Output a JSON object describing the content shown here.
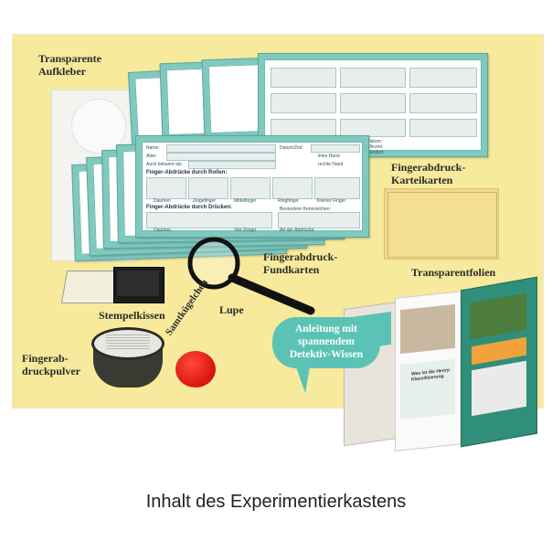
{
  "labels": {
    "sticker": "Transparente\nAufkleber",
    "file_cards": "Fingerabdruck-\nKarteikarten",
    "found_cards": "Fingerabdruck-\nFundkarten",
    "foils": "Transparentfolien",
    "ink_pad": "Stempelkissen",
    "magnifier": "Lupe",
    "powder": "Fingerab-\ndruckpulver",
    "velvet": "Samtkügelchen",
    "bubble": "Anleitung mit\nspannendem\nDetektiv-Wissen"
  },
  "card": {
    "name": "Name:",
    "date": "Datum/Zeit:",
    "age": "Alter:",
    "left_hand": "linke Hand",
    "right_hand": "rechte Hand",
    "also_known": "Auch bekannt als:",
    "rolled": "Finger-Abdrücke durch Rollen:",
    "pressed": "Finger-Abdrücke durch Drücken:",
    "thumb": "Daumen",
    "index": "Zeigefinger",
    "middle": "Mittelfinger",
    "ring": "Ringfinger",
    "pinky": "Kleiner Finger",
    "marks": "Besondere Kennzeichen:",
    "four_fingers": "Vier Finger",
    "kind": "Art der Abdrücke:",
    "datum": "Datum:",
    "uhrzeit": "Uhrzeit:",
    "fundort": "Fundort:"
  },
  "booklet": {
    "heading": "Was ist die Henry-Klassifizierung"
  },
  "caption": "Inhalt des Experimentierkastens"
}
